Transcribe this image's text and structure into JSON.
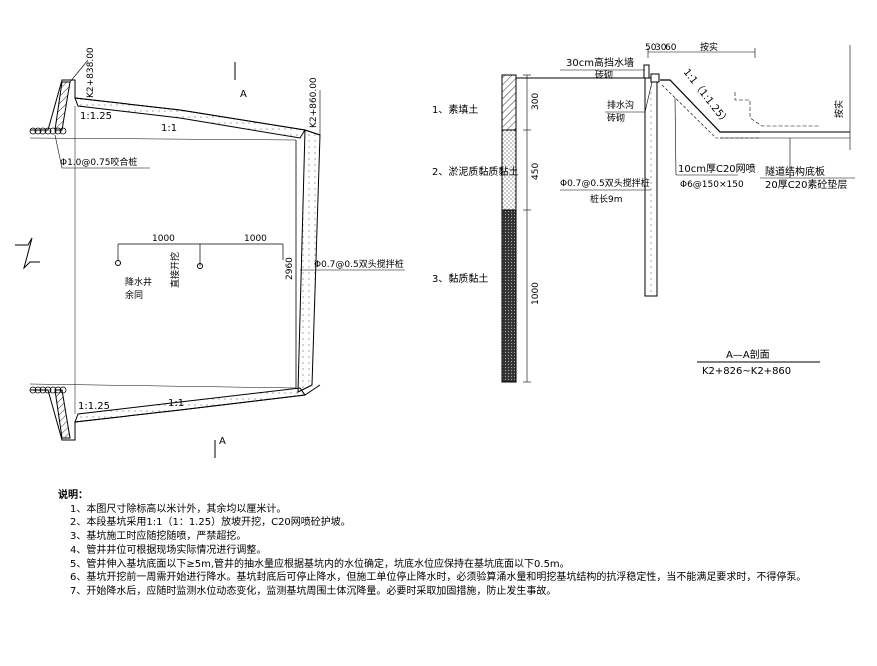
{
  "plan": {
    "section_mark_top": "A",
    "section_mark_bottom": "A",
    "chainage_left": "K2+838.00",
    "chainage_right": "K2+860.00",
    "slope_top_left": "1:1.25",
    "slope_top_mid": "1:1",
    "slope_bottom_left": "1:1.25",
    "slope_bottom_mid": "1:1",
    "pile_label": "Φ1.0@0.75咬合桩",
    "mix_pile_label": "Φ0.7@0.5双头搅拌桩",
    "dim_left": "1000",
    "dim_right": "1000",
    "dim_vertical": "2960",
    "well_label": "降水井",
    "well_label2": "余同",
    "depth_note": "直接开挖"
  },
  "section": {
    "soil_1": "1、素填土",
    "soil_2": "2、淤泥质黏质黏土",
    "soil_3": "3、黏质黏土",
    "depth_1": "300",
    "depth_2": "450",
    "depth_3": "1000",
    "wall_label": "30cm高挡水墙",
    "wall_sub": "砖砌",
    "drain_label": "排水沟",
    "drain_sub": "砖砌",
    "dim_top_a": "50",
    "dim_top_b": "30",
    "dim_top_c": "60",
    "dim_top_d": "按实",
    "slope": "1:1（1:1.25）",
    "spray_label": "10cm厚C20网喷",
    "spray_sub": "Φ6@150×150",
    "mix_pile": "Φ0.7@0.5双头搅拌桩",
    "pile_length": "桩长9m",
    "tunnel_label": "隧道结构底板",
    "cushion_label": "20厚C20素砼垫层",
    "depth_right": "按实",
    "title": "A—A剖面",
    "subtitle": "K2+826~K2+860"
  },
  "notes": {
    "heading": "说明：",
    "items": [
      "1、本图尺寸除标高以米计外，其余均以厘米计。",
      "2、本段基坑采用1:1（1：1.25）放坡开挖，C20网喷砼护坡。",
      "3、基坑施工时应随挖随喷，严禁超挖。",
      "4、管井井位可根据现场实际情况进行调整。",
      "5、管井伸入基坑底面以下≥5m,管井的抽水量应根据基坑内的水位确定，坑底水位应保持在基坑底面以下0.5m。",
      "6、基坑开挖前一周需开始进行降水。基坑封底后可停止降水，但施工单位停止降水时，必须验算涌水量和明挖基坑结构的抗浮稳定性，当不能满足要求时，不得停泵。",
      "7、开始降水后，应随时监测水位动态变化，监测基坑周围土体沉降量。必要时采取加固措施，防止发生事故。"
    ]
  }
}
